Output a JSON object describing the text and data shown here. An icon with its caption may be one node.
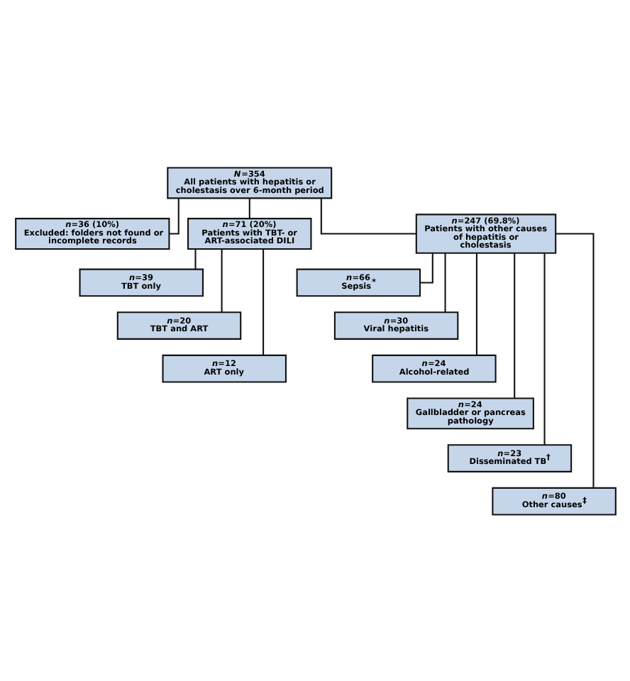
{
  "diagram": {
    "nodes": [
      {
        "text": [
          "*N*=354",
          "All patients with hepatitis or cholestasis over 6-month period"
        ]
      },
      {
        "text": [
          "*n*=36 (10%)",
          "Excluded: folders not found or incomplete records"
        ]
      },
      {
        "text": [
          "*n*=71 (20%)",
          "Patients with TBT- or ART-associated DILI"
        ]
      },
      {
        "text": [
          "*n*=247 (69.8%)",
          "Patients with other causes of hepatitis or cholestasis"
        ]
      },
      {
        "text": [
          "*n*=39",
          "TBT only"
        ]
      },
      {
        "text": [
          "*n*=20",
          "TBT and ART"
        ]
      },
      {
        "text": [
          "*n*=12",
          "ART only"
        ]
      },
      {
        "text": [
          "*n*=66",
          "Sepsis$^{*}$"
        ]
      },
      {
        "text": [
          "*n*=30",
          "Viral hepatitis"
        ]
      },
      {
        "text": [
          "*n*=24",
          "Alcohol-related"
        ]
      },
      {
        "text": [
          "*n*=24",
          "Gallbladder or pancreas pathology"
        ]
      },
      {
        "text": [
          "*n*=23",
          "Disseminated TB$^{†}$"
        ]
      },
      {
        "text": [
          "*n*=80",
          "Other causes$^{‡}$"
        ]
      }
    ],
    "edges": [
      {
        "from": 0,
        "to": 1,
        "arrow": "none"
      },
      {
        "from": 0,
        "to": 2,
        "arrow": "none"
      },
      {
        "from": 0,
        "to": 3,
        "arrow": "none"
      },
      {
        "from": 2,
        "to": 4,
        "arrow": "none"
      },
      {
        "from": 2,
        "to": 5,
        "arrow": "none"
      },
      {
        "from": 2,
        "to": 6,
        "arrow": "none"
      },
      {
        "from": 3,
        "to": 7,
        "arrow": "none"
      },
      {
        "from": 3,
        "to": 8,
        "arrow": "none"
      },
      {
        "from": 3,
        "to": 9,
        "arrow": "none"
      },
      {
        "from": 3,
        "to": 10,
        "arrow": "none"
      },
      {
        "from": 3,
        "to": 11,
        "arrow": "none"
      },
      {
        "from": 3,
        "to": 12,
        "arrow": "none"
      }
    ]
  }
}
